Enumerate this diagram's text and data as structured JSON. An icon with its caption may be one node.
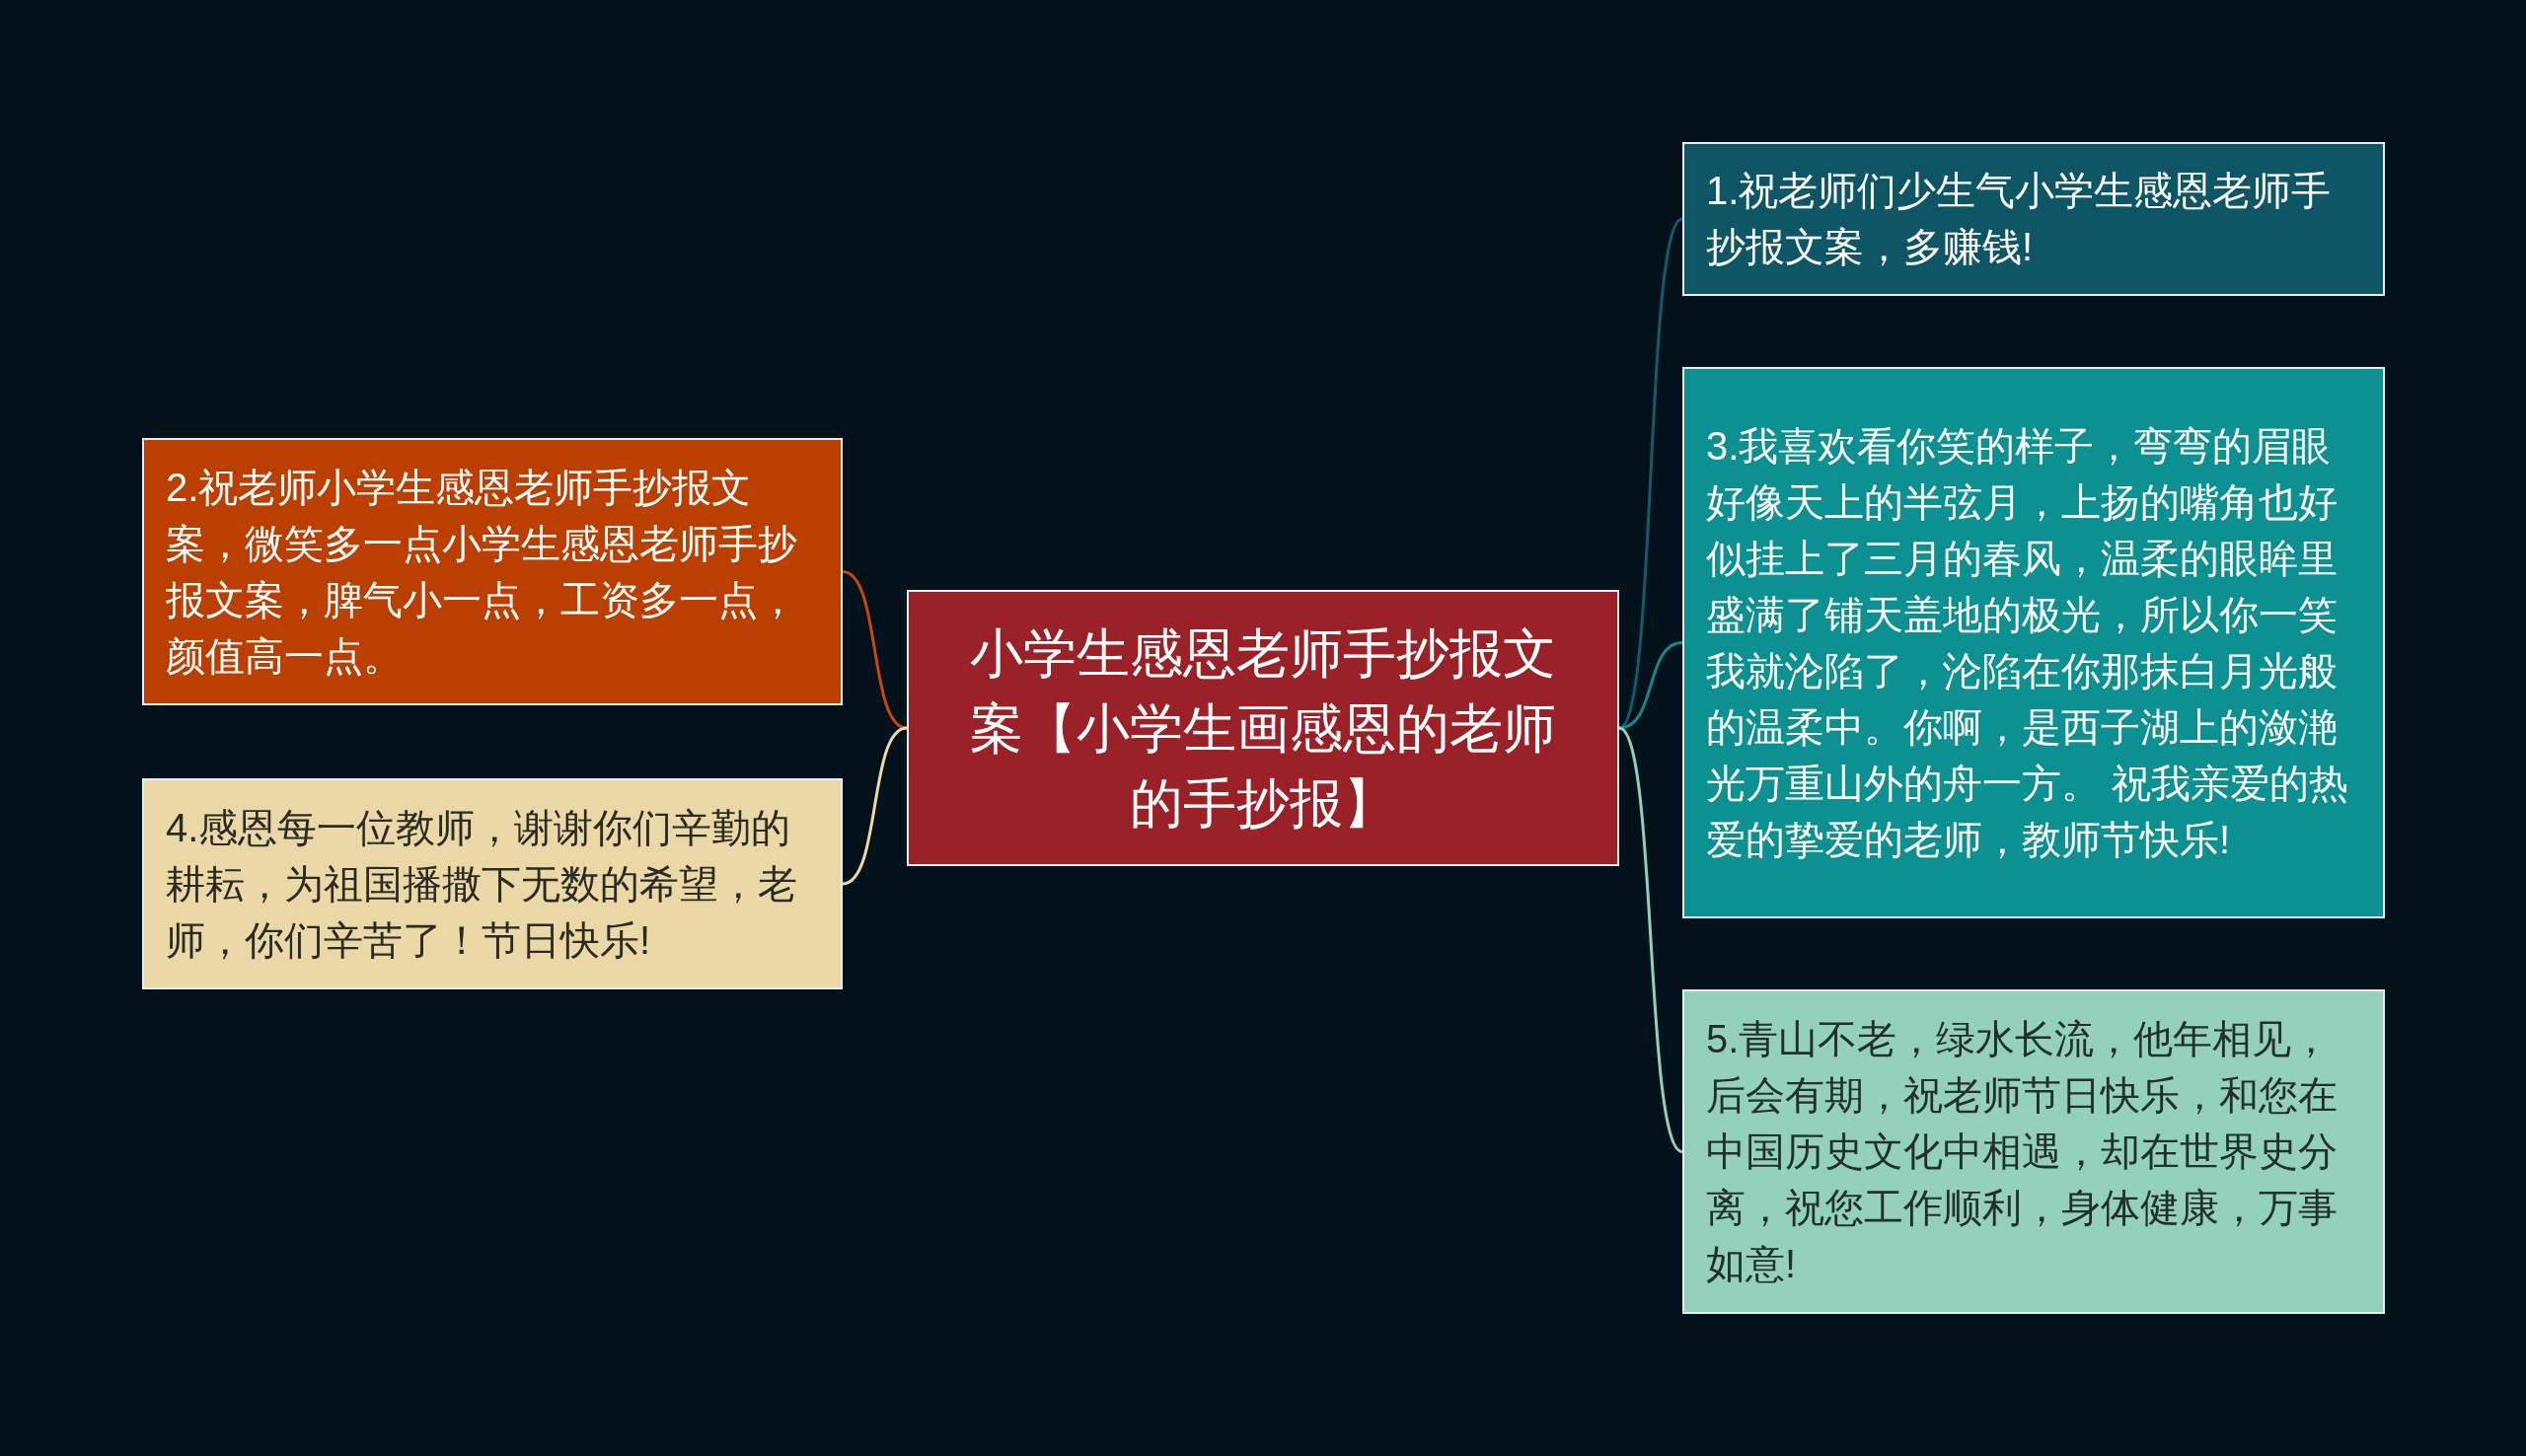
{
  "diagram": {
    "nodes": [
      {
        "text": [
          "小学生感恩老师手抄报文案【小学生画感恩的老师的手抄报】"
        ]
      },
      {
        "text": [
          "1.祝老师们少生气小学生感恩老师手抄报文案，多赚钱!"
        ]
      },
      {
        "text": [
          "2.祝老师小学生感恩老师手抄报文案，微笑多一点小学生感恩老师手抄报文案，脾气小一点，工资多一点，颜值高一点。"
        ]
      },
      {
        "text": [
          "3.我喜欢看你笑的样子，弯弯的眉眼好像天上的半弦月，上扬的嘴角也好似挂上了三月的春风，温柔的眼眸里盛满了铺天盖地的极光，所以你一笑我就沦陷了，沦陷在你那抹白月光般的温柔中。你啊，是西子湖上的潋滟光万重山外的舟一方。 祝我亲爱的热爱的挚爱的老师，教师节快乐!"
        ]
      },
      {
        "text": [
          "4.感恩每一位教师，谢谢你们辛勤的耕耘，为祖国播撒下无数的希望，老师，你们辛苦了！节日快乐!"
        ]
      },
      {
        "text": [
          "5.青山不老，绿水长流，他年相见，后会有期，祝老师节日快乐，和您在中国历史文化中相遇，却在世界史分离，祝您工作顺利，身体健康，万事如意!"
        ]
      }
    ],
    "edges": [
      {
        "from": 0,
        "to": 1,
        "arrow": "none",
        "color": "#135a6a"
      },
      {
        "from": 0,
        "to": 2,
        "arrow": "none",
        "color": "#c4480f"
      },
      {
        "from": 0,
        "to": 3,
        "arrow": "none",
        "color": "#10898b"
      },
      {
        "from": 0,
        "to": 4,
        "arrow": "none",
        "color": "#ecd9a6"
      },
      {
        "from": 0,
        "to": 5,
        "arrow": "none",
        "color": "#93d0bc"
      }
    ]
  }
}
